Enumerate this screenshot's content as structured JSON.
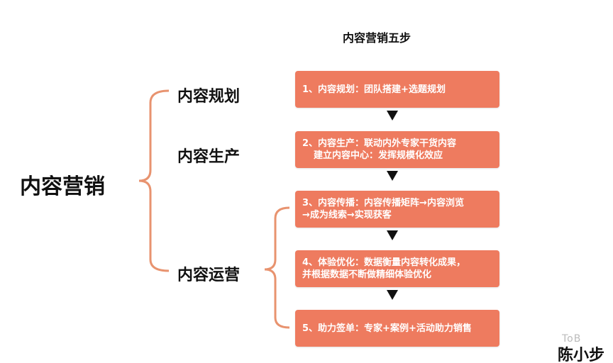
{
  "title": "内容营销五步",
  "main_label": "内容营销",
  "stages": [
    "内容规划",
    "内容生产",
    "内容运营"
  ],
  "steps": [
    {
      "lines": [
        "1、内容规划：团队搭建+选题规划"
      ]
    },
    {
      "lines": [
        "2、内容生产：联动内外专家干货内容",
        "建立内容中心：发挥规模化效应"
      ]
    },
    {
      "lines": [
        "3、内容传播：内容传播矩阵→内容浏览",
        "→成为线索→实现获客"
      ]
    },
    {
      "lines": [
        "4、体验优化：数据衡量内容转化成果，",
        "并根据数据不断做精细体验优化"
      ]
    },
    {
      "lines": [
        "5、助力签单：专家+案例+活动助力销售"
      ]
    }
  ],
  "colors": {
    "box": "#ee7b5f",
    "bracket": "#e8936f"
  },
  "watermark": {
    "small": "ToB",
    "name": "陈小步"
  }
}
